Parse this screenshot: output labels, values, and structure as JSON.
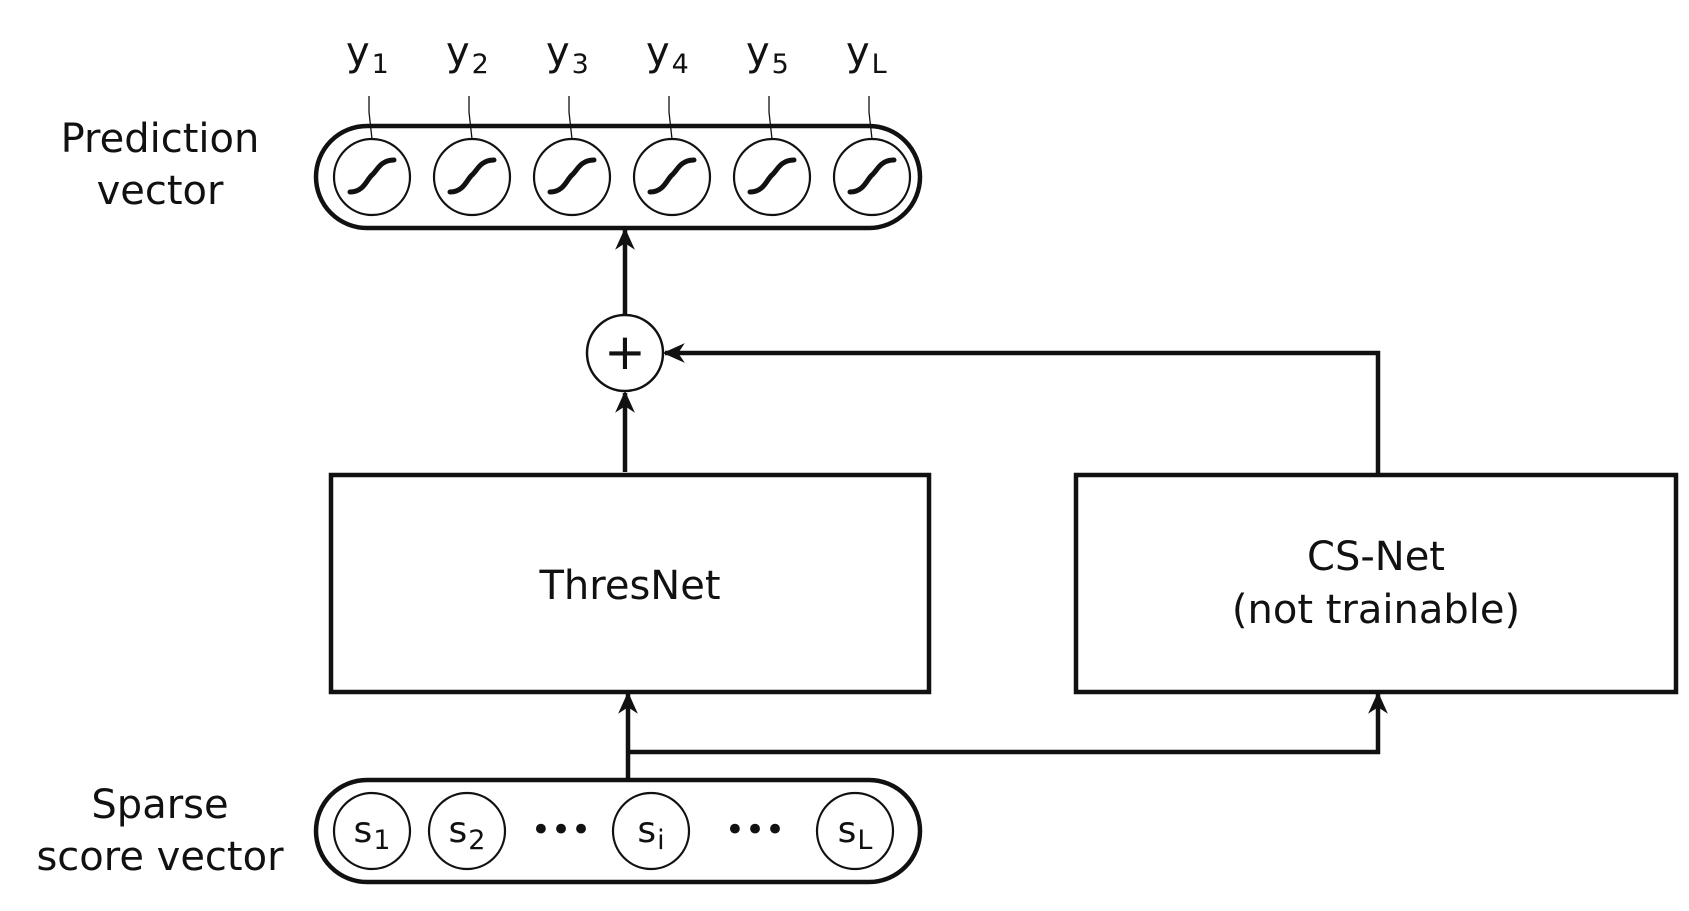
{
  "prediction": {
    "label_line1": "Prediction",
    "label_line2": "vector",
    "outputs": [
      {
        "base": "y",
        "sub": "1"
      },
      {
        "base": "y",
        "sub": "2"
      },
      {
        "base": "y",
        "sub": "3"
      },
      {
        "base": "y",
        "sub": "4"
      },
      {
        "base": "y",
        "sub": "5"
      },
      {
        "base": "y",
        "sub": "L"
      }
    ],
    "unit_icon": "sigmoid-icon"
  },
  "sum_node": {
    "symbol": "+"
  },
  "thresnet": {
    "label": "ThresNet"
  },
  "csnet": {
    "label_line1": "CS-Net",
    "label_line2": "(not trainable)"
  },
  "sparse": {
    "label_line1": "Sparse",
    "label_line2": "score vector",
    "scores": [
      {
        "base": "s",
        "sub": "1"
      },
      {
        "base": "s",
        "sub": "2"
      },
      {
        "base": "s",
        "sub": "i"
      },
      {
        "base": "s",
        "sub": "L"
      }
    ],
    "ellipsis": "•••"
  },
  "colors": {
    "stroke": "#111111",
    "background": "#ffffff"
  }
}
